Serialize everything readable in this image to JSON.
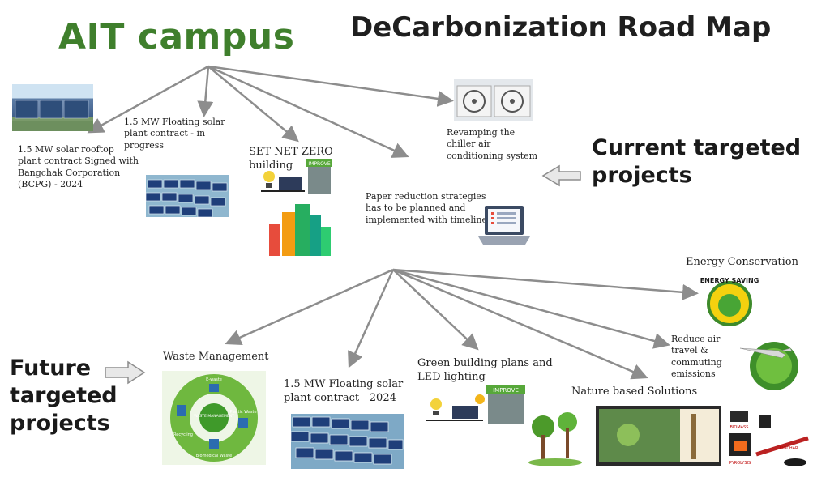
{
  "titles": {
    "left": "AIT campus",
    "right": "DeCarbonization Road Map"
  },
  "current": {
    "label": "Current targeted projects",
    "items": {
      "rooftop": "1.5 MW solar rooftop plant contract Signed with Bangchak Corporation (BCPG) - 2024",
      "floating": "1.5 MW Floating solar plant contract - in progress",
      "netzero": "SET NET ZERO building",
      "chiller": "Revamping the chiller air conditioning system",
      "paper": "Paper reduction strategies has to be planned and implemented with timeline"
    }
  },
  "future": {
    "label": "Future targeted projects",
    "items": {
      "waste": "Waste Management",
      "floating": "1.5 MW Floating solar plant contract - 2024",
      "green": "Green building plans and LED lighting",
      "nature": "Nature based Solutions",
      "air": "Reduce air travel & commuting emissions",
      "energy": "Energy Conservation"
    }
  },
  "image_text": {
    "improve": "IMPROVE",
    "energy_saving": "ENERGY SAVING",
    "waste_center": "WASTE MANAGEMENT",
    "waste_ewaste": "E-waste",
    "waste_plastic": "Plastic Waste",
    "waste_recycling": "Recycling",
    "waste_biomedical": "Biomedical Waste",
    "biomass": "BIOMASS",
    "pyrolysis": "PYROLYSIS",
    "biochar": "BIOCHAR"
  },
  "colors": {
    "ait_green": "#3f7f2c",
    "arrow_grey": "#8d8d8d"
  }
}
